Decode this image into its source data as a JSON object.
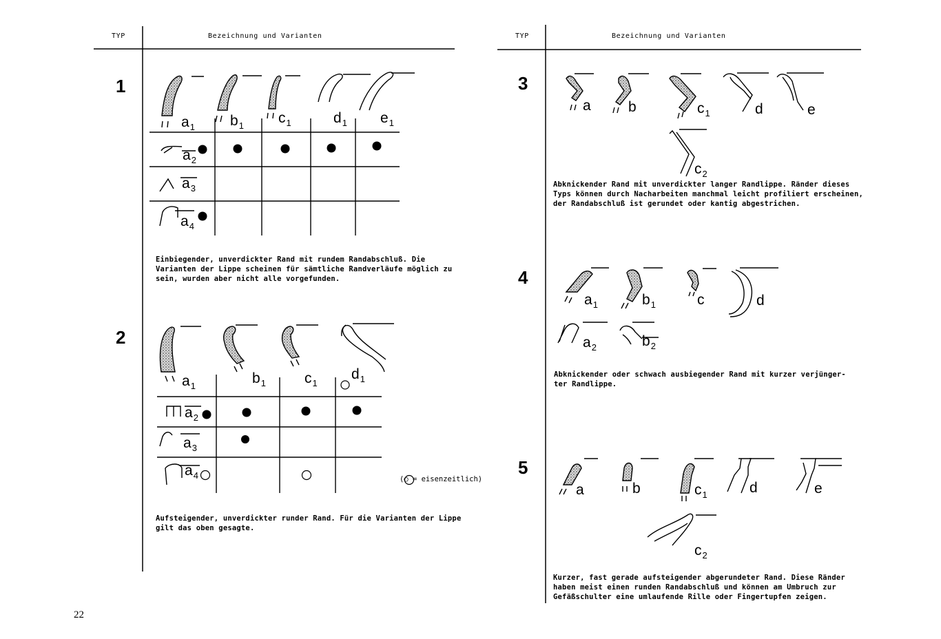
{
  "page_number": "22",
  "left": {
    "col_typ": "TYP",
    "col_bez": "Bezeichnung und Varianten",
    "type1": {
      "number": "1",
      "labels": {
        "a1": "a",
        "b1": "b",
        "c1": "c",
        "d1": "d",
        "e1": "e",
        "a2": "a",
        "a3": "a",
        "a4": "a"
      },
      "subs": {
        "a1": "1",
        "b1": "1",
        "c1": "1",
        "d1": "1",
        "e1": "1",
        "a2": "2",
        "a3": "3",
        "a4": "4"
      },
      "description": "Einbiegender, unverdickter Rand mit rundem Randabschluß. Die\nVarianten der Lippe scheinen für sämtliche Randverläufe möglich zu\nsein, wurden aber nicht alle vorgefunden."
    },
    "type2": {
      "number": "2",
      "labels": {
        "a1": "a",
        "b1": "b",
        "c1": "c",
        "d1": "d",
        "a2": "a",
        "a3": "a",
        "a4": "a"
      },
      "subs": {
        "a1": "1",
        "b1": "1",
        "c1": "1",
        "d1": "1",
        "a2": "2",
        "a3": "3",
        "a4": "4"
      },
      "legend_note": "(○ = eisenzeitlich)",
      "description": "Aufsteigender, unverdickter runder Rand. Für die Varianten der Lippe\ngilt das oben gesagte."
    }
  },
  "right": {
    "col_typ": "TYP",
    "col_bez": "Bezeichnung und Varianten",
    "type3": {
      "number": "3",
      "labels": {
        "a": "a",
        "b": "b",
        "c1": "c",
        "d": "d",
        "e": "e",
        "c2": "c"
      },
      "subs": {
        "c1": "1",
        "c2": "2"
      },
      "description": "Abknickender Rand mit unverdickter langer Randlippe. Ränder dieses\nTyps können durch Nacharbeiten manchmal leicht profiliert erscheinen,\nder Randabschluß ist gerundet oder kantig abgestrichen."
    },
    "type4": {
      "number": "4",
      "labels": {
        "a1": "a",
        "b1": "b",
        "c": "c",
        "d": "d",
        "a2": "a",
        "b2": "b"
      },
      "subs": {
        "a1": "1",
        "b1": "1",
        "a2": "2",
        "b2": "2"
      },
      "description": "Abknickender oder schwach ausbiegender Rand mit kurzer verjünger-\nter Randlippe."
    },
    "type5": {
      "number": "5",
      "labels": {
        "a": "a",
        "b": "b",
        "c1": "c",
        "d": "d",
        "e": "e",
        "c2": "c"
      },
      "subs": {
        "c1": "1",
        "c2": "2"
      },
      "description": "Kurzer, fast gerade aufsteigender abgerundeter Rand. Diese Ränder\nhaben meist einen runden Randabschluß und können am Umbruch zur\nGefäßschulter eine umlaufende Rille oder Fingertupfen zeigen."
    }
  },
  "colors": {
    "ink": "#000000",
    "stipple": "#9a9a9a",
    "paper": "#ffffff"
  }
}
